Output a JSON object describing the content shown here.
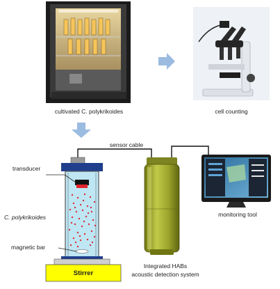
{
  "labels": {
    "cultivated_prefix": "cultivated ",
    "cultivated_species": "C. polykrikoides",
    "cell_counting": "cell counting",
    "sensor_cable": "sensor cable",
    "transducer": "transducer",
    "species_tank": "C. polykrikoides",
    "magnetic_bar": "magnetic bar",
    "stirrer": "Stirrer",
    "monitoring_tool": "monitoring tool",
    "system_line1": "Integrated HABs",
    "system_line2": "acoustic detection system"
  },
  "colors": {
    "arrow": "#9bbbe0",
    "tank_water": "#bfe6f3",
    "cell_dot": "#d9303a",
    "stirrer": "#ffff00",
    "sensor_body": "#9aa229"
  },
  "icons": [
    "incubator-photo",
    "microscope-photo",
    "right-arrow-icon",
    "down-arrow-icon",
    "culture-tank",
    "transducer-icon",
    "magnetic-bar-icon",
    "stirrer-box",
    "acoustic-sensor-device",
    "monitor-screen",
    "sensor-cable-line"
  ]
}
